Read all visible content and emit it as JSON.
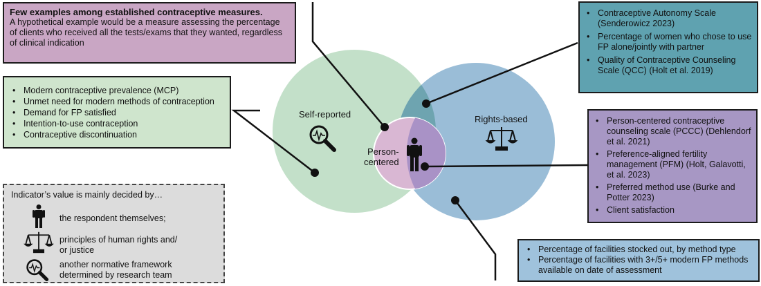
{
  "top_box": {
    "heading": "Few examples among established contraceptive measures.",
    "body": "A hypothetical example would be a measure assessing the percentage of clients who received all the tests/exams that they wanted, regardless of clinical indication"
  },
  "self_reported_box": {
    "items": [
      "Modern contraceptive prevalence (MCP)",
      "Unmet need for modern methods of contraception",
      "Demand for FP satisfied",
      "Intention-to-use contraception",
      "Contraceptive discontinuation"
    ]
  },
  "overlap_box": {
    "items": [
      "Contraceptive Autonomy Scale (Senderowicz 2023)",
      "Percentage of women who chose to use FP alone/jointly with partner",
      "Quality of Contraceptive Counseling Scale (QCC) (Holt et al. 2019)"
    ]
  },
  "person_centered_box": {
    "items": [
      "Person-centered contraceptive counseling scale (PCCC) (Dehlendorf et al. 2021)",
      "Preference-aligned fertility management (PFM) (Holt, Galavotti, et al. 2023)",
      "Preferred method use (Burke and Potter 2023)",
      "Client satisfaction"
    ]
  },
  "rights_box": {
    "items": [
      "Percentage of facilities stocked out, by method type",
      "Percentage of facilities with 3+/5+ modern FP methods available on date of assessment"
    ]
  },
  "diagram": {
    "self_reported_label": "Self-reported",
    "rights_based_label": "Rights-based",
    "person_label_1": "Person-",
    "person_label_2": "centered"
  },
  "legend": {
    "title": "Indicator’s value is mainly decided by…",
    "item1": "the respondent themselves;",
    "item2_line1": "principles of human rights and/",
    "item2_line2": "or justice",
    "item3_line1": "another normative framework",
    "item3_line2": "determined by research team",
    "icons": [
      "person-icon",
      "scales-icon",
      "magnifier-icon"
    ]
  },
  "colors": {
    "self_reported_circle": "#b9dbc0",
    "rights_based_circle": "#8fb6d3",
    "overlap": "#6ea4b0",
    "person_centered": "#b39dca",
    "top_box": "#c9a6c4",
    "green_box": "#cfe5cd",
    "teal_box": "#5fa2b0",
    "lavender_box": "#a797c4",
    "blue_box": "#9fc2dc",
    "legend_box": "#dcdcdc"
  }
}
